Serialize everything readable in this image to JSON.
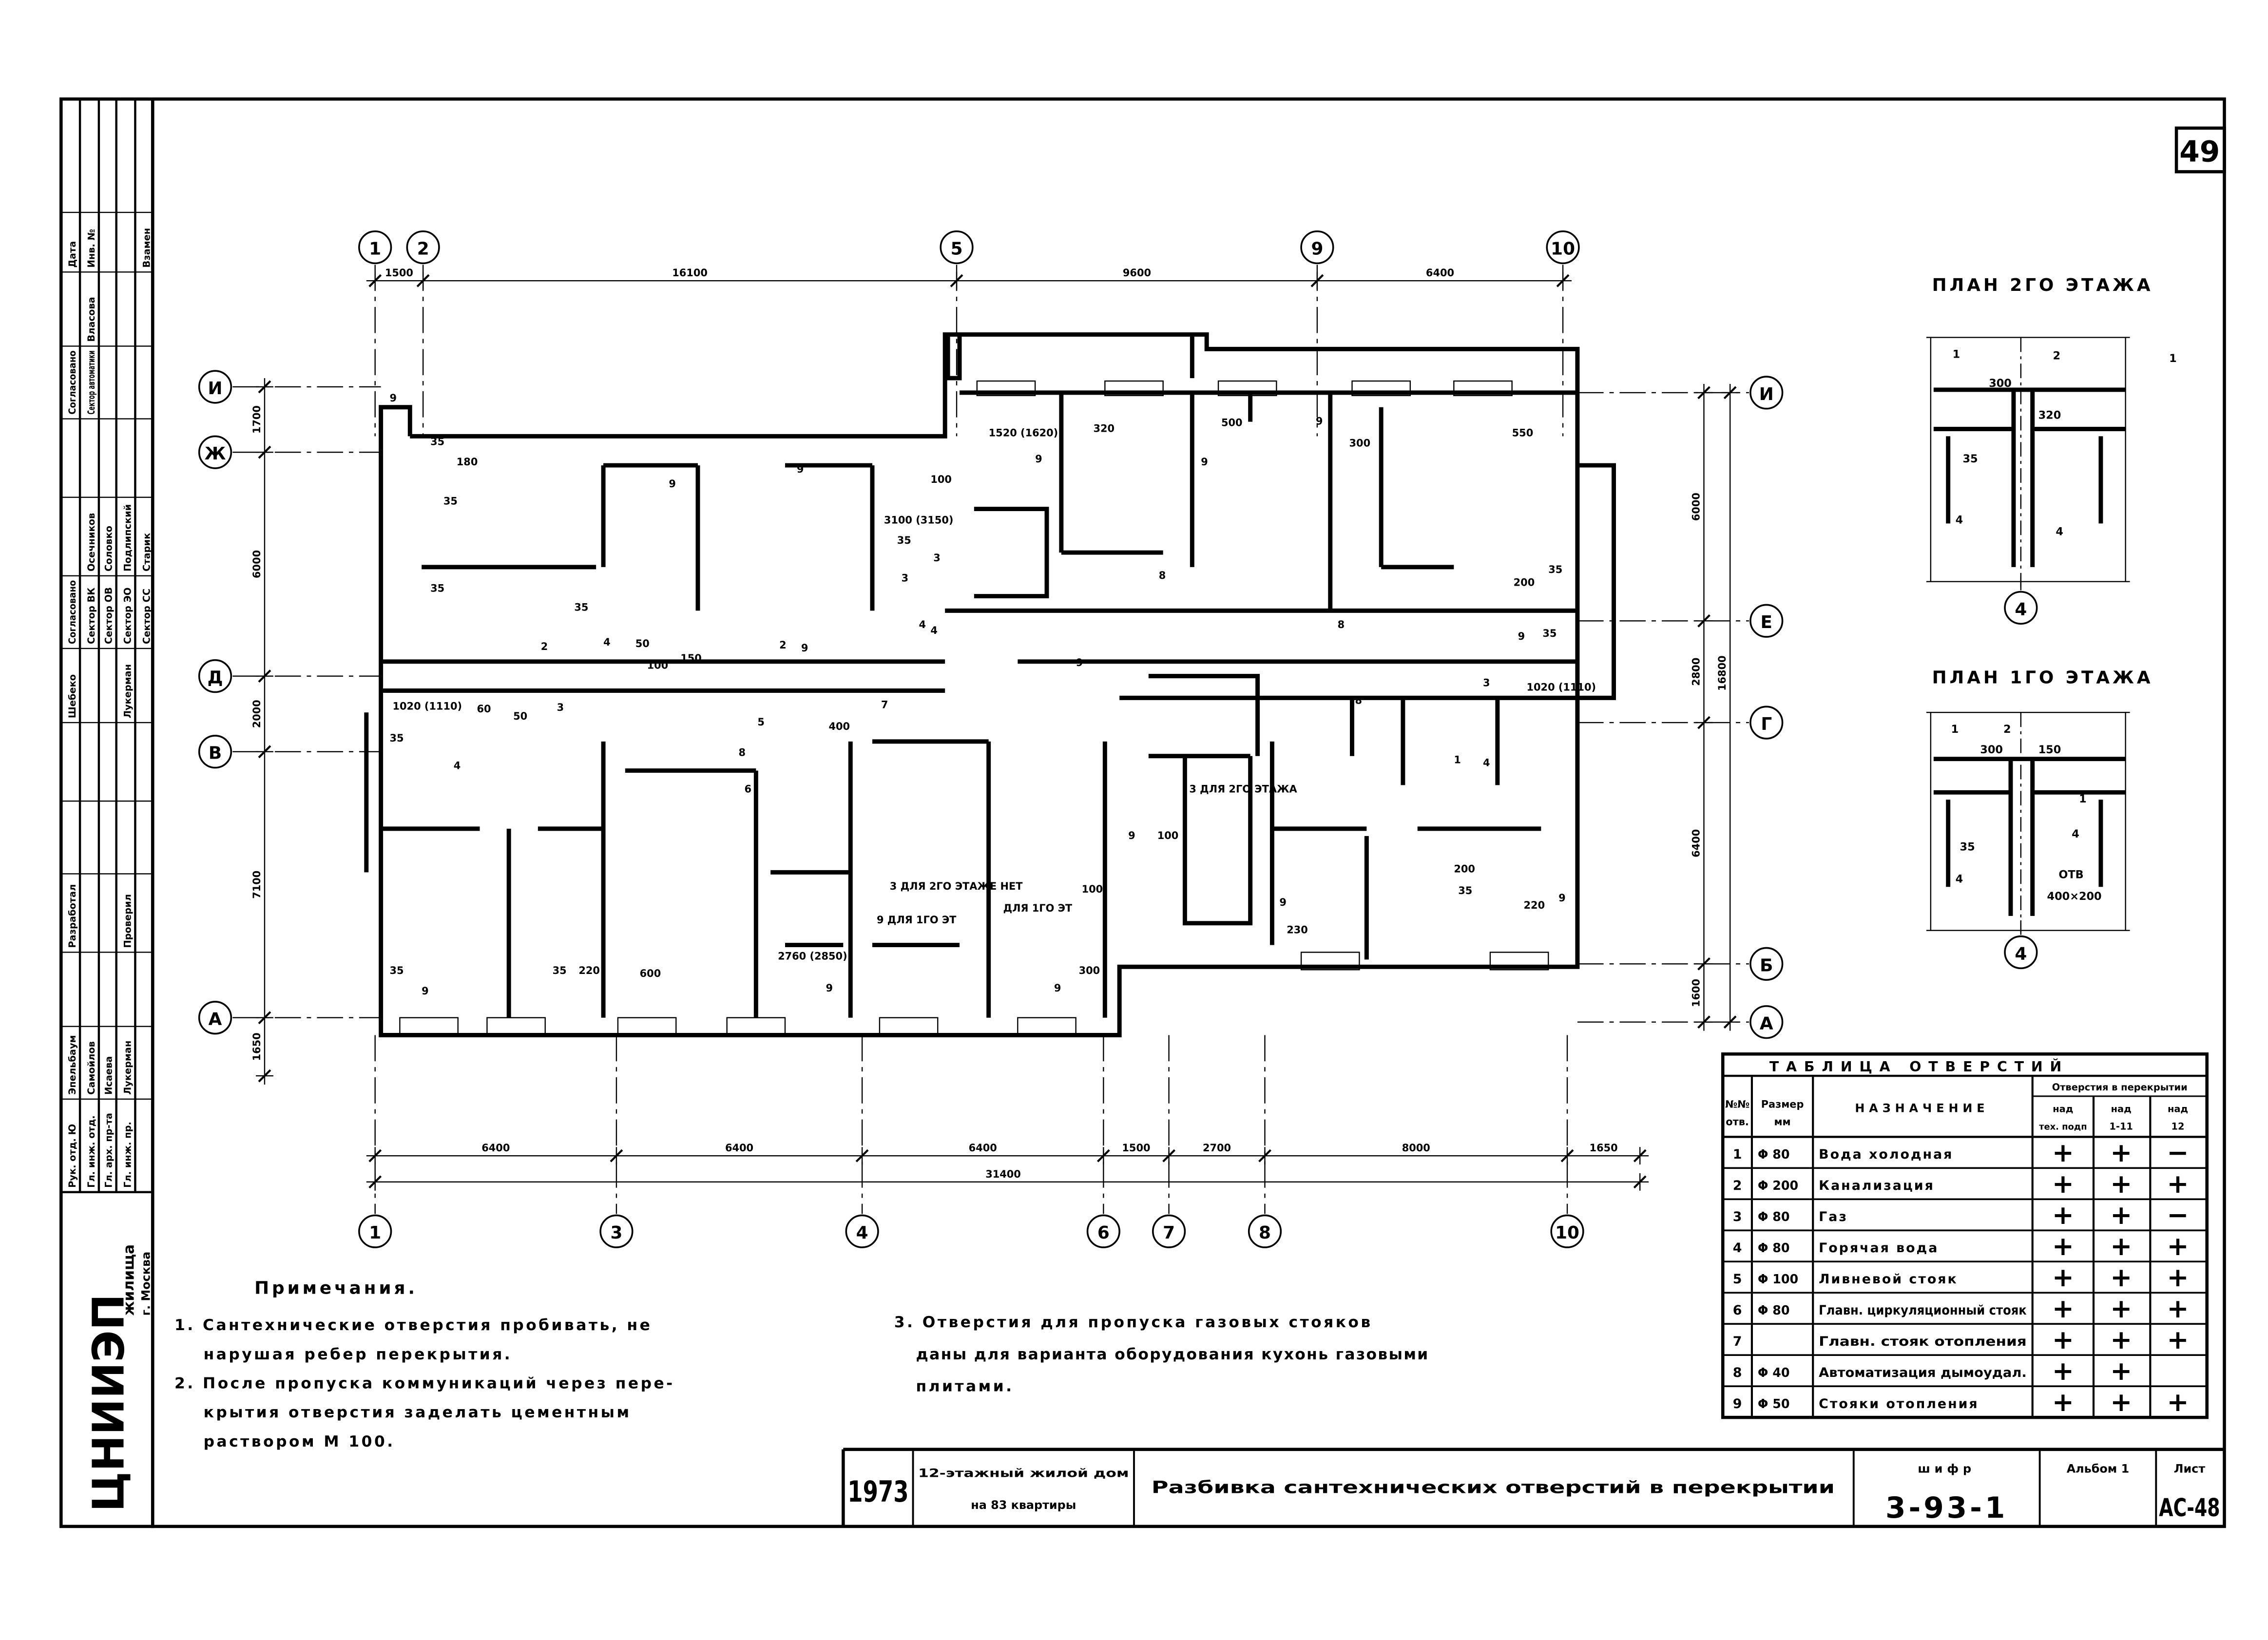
{
  "sheet_number": "49",
  "axes_top": [
    "1",
    "2",
    "5",
    "9",
    "10"
  ],
  "axes_bottom": [
    "1",
    "3",
    "4",
    "6",
    "7",
    "8",
    "10"
  ],
  "axes_left": [
    "И",
    "Ж",
    "Д",
    "В",
    "А"
  ],
  "axes_right": [
    "И",
    "Е",
    "Г",
    "Б",
    "А"
  ],
  "dims_top": [
    "1500",
    "16100",
    "9600",
    "6400"
  ],
  "dims_bottom": [
    "6400",
    "6400",
    "6400",
    "1500",
    "2700",
    "8000",
    "1650"
  ],
  "dim_bottom_total": "31400",
  "dims_left": [
    "1700",
    "6000",
    "2000",
    "7100",
    "1650"
  ],
  "dims_right": [
    "6000",
    "2800",
    "6400",
    "1600"
  ],
  "dim_right_total": "16800",
  "plan_annotations": [
    "9",
    "35",
    "180",
    "9",
    "35",
    "9",
    "35",
    "4",
    "2",
    "35",
    "50",
    "100",
    "150",
    "1020 (1110)",
    "35",
    "4",
    "60",
    "50",
    "3",
    "5",
    "400",
    "7",
    "8",
    "6",
    "2",
    "3100 (3150)",
    "100",
    "35",
    "3",
    "4",
    "1520 (1620)",
    "9",
    "320",
    "9",
    "500",
    "9",
    "300",
    "550",
    "8",
    "3",
    "2760 (2850)",
    "9",
    "3 ДЛЯ 2ГО ЭТАЖЕ НЕТ",
    "9 ДЛЯ 1ГО ЭТ",
    "ДЛЯ 1ГО ЭТ",
    "100",
    "300",
    "3 ДЛЯ 2ГО ЭТАЖА",
    "9",
    "100",
    "1020 (1110)",
    "3",
    "4",
    "35",
    "9",
    "200",
    "35",
    "9",
    "220",
    "9",
    "230",
    "35",
    "9",
    "35",
    "220",
    "9",
    "9",
    "8",
    "8",
    "1",
    "4",
    "600",
    "9",
    "200",
    "35"
  ],
  "inset_2": {
    "title": "ПЛАН 2ГО ЭТАЖА",
    "labels": [
      "1",
      "2",
      "1",
      "300",
      "320",
      "35",
      "4",
      "4"
    ],
    "axis": "4"
  },
  "inset_1": {
    "title": "ПЛАН 1ГО ЭТАЖА",
    "labels": [
      "1",
      "2",
      "300",
      "150",
      "1",
      "4",
      "35",
      "4",
      "ОТВ",
      "400×200"
    ],
    "axis": "4"
  },
  "notes": {
    "title": "Примечания.",
    "items": [
      "1. Сантехнические отверстия пробивать, не",
      "нарушая ребер перекрытия.",
      "2. После пропуска коммуникаций через пере-",
      "крытия отверстия заделать цементным",
      "раствором М 100."
    ],
    "items_right": [
      "3. Отверстия для пропуска газовых стояков",
      "даны для варианта оборудования кухонь газовыми",
      "плитами."
    ]
  },
  "table": {
    "title": "ТАБЛИЦА ОТВЕРСТИЙ",
    "headers": {
      "num": "№№ отв.",
      "num_l1": "№№",
      "num_l2": "отв.",
      "size_l1": "Размер",
      "size_l2": "мм",
      "purpose": "НАЗНАЧЕНИЕ",
      "group": "Отверстия в перекрытии",
      "c1_l1": "над",
      "c1_l2": "тех. подп",
      "c2_l1": "над",
      "c2_l2": "1-11",
      "c3_l1": "над",
      "c3_l2": "12"
    },
    "rows": [
      {
        "n": "1",
        "size": "Φ 80",
        "purpose": "Вода холодная",
        "c": [
          "+",
          "+",
          "−"
        ]
      },
      {
        "n": "2",
        "size": "Φ 200",
        "purpose": "Канализация",
        "c": [
          "+",
          "+",
          "+"
        ]
      },
      {
        "n": "3",
        "size": "Φ 80",
        "purpose": "Газ",
        "c": [
          "+",
          "+",
          "−"
        ]
      },
      {
        "n": "4",
        "size": "Φ 80",
        "purpose": "Горячая вода",
        "c": [
          "+",
          "+",
          "+"
        ]
      },
      {
        "n": "5",
        "size": "Φ 100",
        "purpose": "Ливневой стояк",
        "c": [
          "+",
          "+",
          "+"
        ]
      },
      {
        "n": "6",
        "size": "Φ 80",
        "purpose": "Главн. циркуляционный стояк",
        "c": [
          "+",
          "+",
          "+"
        ]
      },
      {
        "n": "7",
        "size": "",
        "purpose": "Главн. стояк отопления",
        "c": [
          "+",
          "+",
          "+"
        ]
      },
      {
        "n": "8",
        "size": "Φ 40",
        "purpose": "Автоматизация дымоудал.",
        "c": [
          "+",
          "+",
          ""
        ]
      },
      {
        "n": "9",
        "size": "Φ 50",
        "purpose": "Стояки отопления",
        "c": [
          "+",
          "+",
          "+"
        ]
      }
    ]
  },
  "title_block": {
    "year": "1973",
    "project_l1": "12-этажный жилой дом",
    "project_l2": "на 83 квартиры",
    "sheet_title": "Разбивка сантехнических отверстий в перекрытии",
    "code_label": "шифр",
    "code": "3-93-1",
    "album": "Альбом 1",
    "sheet_label": "Лист",
    "sheet": "АС-48"
  },
  "side_stamp": {
    "org": "ЦНИИЭП",
    "org_sub": "жилища",
    "city": "г. Москва",
    "cells": [
      "Рук. отд. Ю",
      "Гл. инж. отд.",
      "Гл. арх. пр-та",
      "Гл. инж. пр.",
      "Эпельбаум",
      "Самойлов",
      "Исаева",
      "Лукерман",
      "Разработал",
      "Проверил",
      "Шебеко",
      "Лукерман",
      "Согласовано",
      "Сектор ВК",
      "Сектор ОВ",
      "Сектор ЭО",
      "Сектор СС",
      "Осечников",
      "Соловко",
      "Подлипский",
      "Старик",
      "Согласовано",
      "Сектор автоматики",
      "Власова",
      "Дата",
      "Инв. №",
      "Взамен"
    ]
  }
}
